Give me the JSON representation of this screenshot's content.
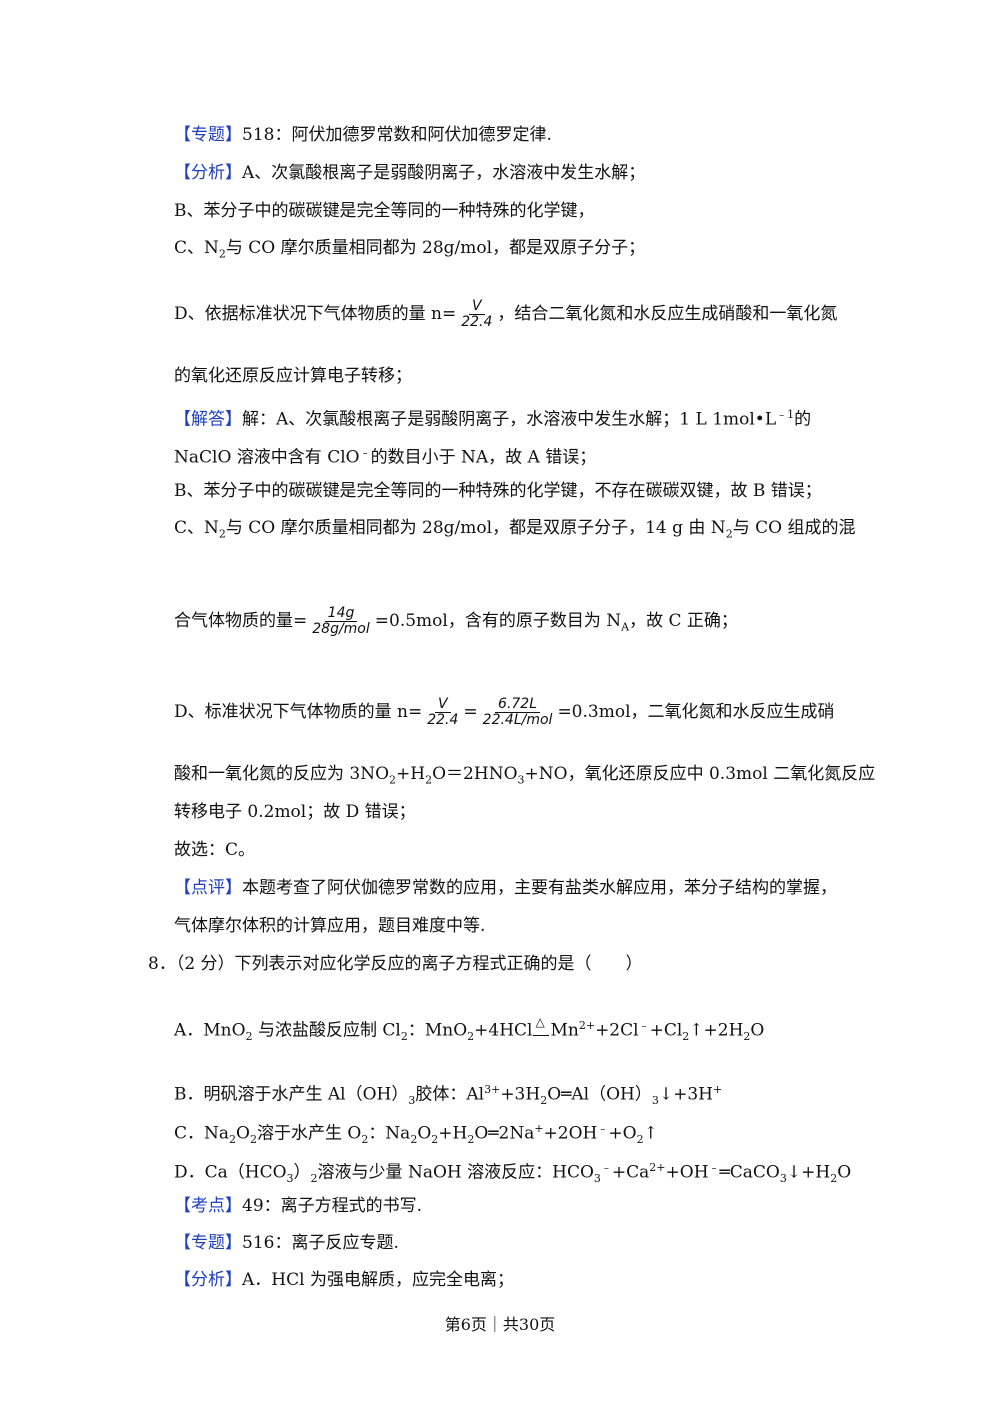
{
  "lines": {
    "l1_tag": "【专题】",
    "l1_text": "518：阿伏加德罗常数和阿伏加德罗定律.",
    "l2_tag": "【分析】",
    "l2_text": "A、次氯酸根离子是弱酸阴离子，水溶液中发生水解；",
    "l3_text": "B、苯分子中的碳碳键是完全等同的一种特殊的化学键，",
    "l4_a": "C、N",
    "l4_b": "2",
    "l4_c": "与 CO 摩尔质量相同都为 28g/mol，都是双原子分子；",
    "l5_a": "D、依据标准状况下气体物质的量 n=",
    "l5_num": "V",
    "l5_den": "22.4",
    "l5_b": "，结合二氧化氮和水反应生成硝酸和一氧化氮",
    "l6_text": "的氧化还原反应计算电子转移；",
    "l7_tag": "【解答】",
    "l7_text": "解：A、次氯酸根离子是弱酸阴离子，水溶液中发生水解；1  L  1mol•L",
    "l7_sup": "﹣1",
    "l7_end": "的",
    "l8_a": "NaClO 溶液中含有 ClO",
    "l8_sup": "﹣",
    "l8_b": "的数目小于 NA，故 A 错误；",
    "l9_text": "B、苯分子中的碳碳键是完全等同的一种特殊的化学键，不存在碳碳双键，故 B 错误；",
    "l10_a": "C、N",
    "l10_sub": "2",
    "l10_b": "与 CO 摩尔质量相同都为 28g/mol，都是双原子分子，14  g  由 N",
    "l10_sub2": "2",
    "l10_c": "与 CO 组成的混",
    "l11_a": "合气体物质的量=",
    "l11_num": "14g",
    "l11_den": "28g/mol",
    "l11_b": "=0.5mol，含有的原子数目为 N",
    "l11_sub": "A",
    "l11_c": "，故 C 正确；",
    "l12_a": "D、标准状况下气体物质的量 n=",
    "l12_num1": "V",
    "l12_den1": "22.4",
    "l12_eq": "=",
    "l12_num2": "6.72L",
    "l12_den2": "22.4L/mol",
    "l12_b": "=0.3mol，二氧化氮和水反应生成硝",
    "l13_a": "酸和一氧化氮的反应为 3NO",
    "l13_s1": "2",
    "l13_b": "+H",
    "l13_s2": "2",
    "l13_c": "O＝2HNO",
    "l13_s3": "3",
    "l13_d": "+NO，氧化还原反应中 0.3mol 二氧化氮反应",
    "l14_text": "转移电子 0.2mol；故 D 错误；",
    "l15_text": "故选：C。",
    "l16_tag": "【点评】",
    "l16_text": "本题考查了阿伏伽德罗常数的应用，主要有盐类水解应用，苯分子结构的掌握，",
    "l17_text": "气体摩尔体积的计算应用，题目难度中等.",
    "q8_text": "8．（2 分）下列表示对应化学反应的离子方程式正确的是（　　）",
    "oa_a": "A．MnO",
    "oa_s1": "2",
    "oa_b": " 与浓盐酸反应制 Cl",
    "oa_s2": "2",
    "oa_c": "：MnO",
    "oa_s3": "2",
    "oa_d": "+4HCl",
    "oa_cond": "△",
    "oa_e": "Mn",
    "oa_sup1": "2+",
    "oa_f": "+2Cl",
    "oa_sup2": "﹣",
    "oa_g": "+Cl",
    "oa_s4": "2",
    "oa_h": "↑+2H",
    "oa_s5": "2",
    "oa_i": "O",
    "ob_a": "B．明矾溶于水产生 Al（OH）",
    "ob_s1": "3",
    "ob_b": "胶体：Al",
    "ob_sup1": "3+",
    "ob_c": "+3H",
    "ob_s2": "2",
    "ob_d": "O═Al（OH）",
    "ob_s3": "3",
    "ob_e": "↓+3H",
    "ob_sup2": "+",
    "oc_a": "C．Na",
    "oc_s1": "2",
    "oc_b": "O",
    "oc_s2": "2",
    "oc_c": "溶于水产生 O",
    "oc_s3": "2",
    "oc_d": "：Na",
    "oc_s4": "2",
    "oc_e": "O",
    "oc_s5": "2",
    "oc_f": "+H",
    "oc_s6": "2",
    "oc_g": "O═2Na",
    "oc_sup1": "+",
    "oc_h": "+2OH",
    "oc_sup2": "﹣",
    "oc_i": "+O",
    "oc_s7": "2",
    "oc_j": "↑",
    "od_a": "D．Ca（HCO",
    "od_s1": "3",
    "od_b": "）",
    "od_s2": "2",
    "od_c": "溶液与少量 NaOH 溶液反应：HCO",
    "od_s3": "3",
    "od_sup1": "﹣",
    "od_d": "+Ca",
    "od_sup2": "2+",
    "od_e": "+OH",
    "od_sup3": "﹣",
    "od_f": "═CaCO",
    "od_s4": "3",
    "od_g": "↓+H",
    "od_s5": "2",
    "od_h": "O",
    "k_tag": "【考点】",
    "k_text": "49：离子方程式的书写.",
    "z_tag": "【专题】",
    "z_text": "516：离子反应专题.",
    "f_tag": "【分析】",
    "f_text": "A．HCl 为强电解质，应完全电离；"
  },
  "footer": "第6页｜共30页"
}
